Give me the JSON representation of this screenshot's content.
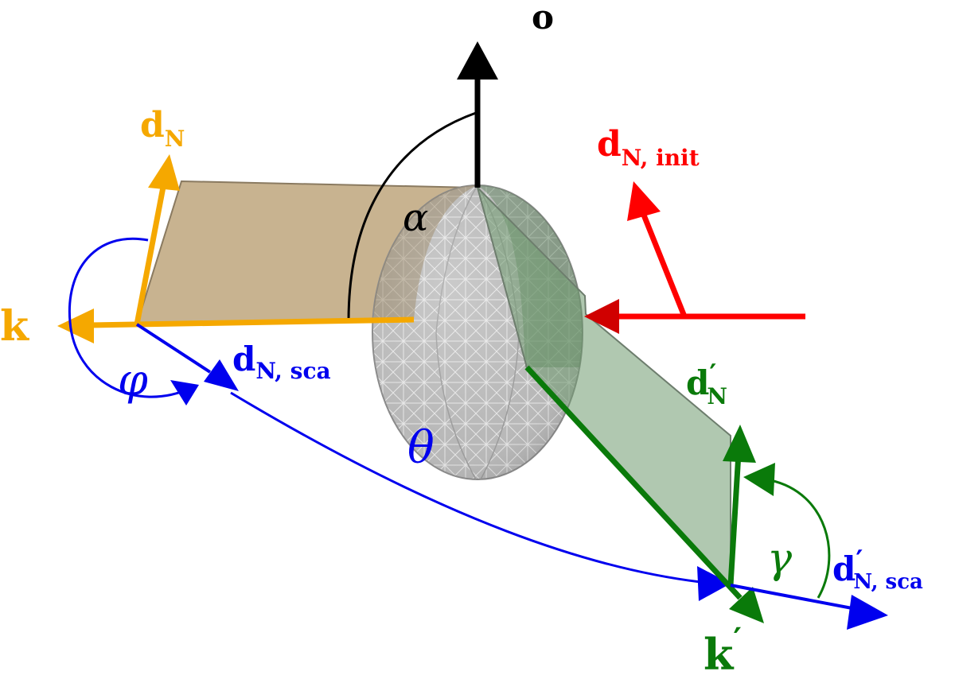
{
  "colors": {
    "orange": "#f5a800",
    "red": "#ff0000",
    "blue": "#0000ee",
    "green": "#0a7a0a",
    "black": "#000000",
    "sphere": "#b4b4b4",
    "orange_plane": "#b59a6b",
    "green_plane": "#7fa57f"
  },
  "labels": {
    "o": {
      "main": "o",
      "sub": ""
    },
    "dN": {
      "main": "d",
      "sub": "N"
    },
    "dN_init": {
      "main": "d",
      "sub": "N, init"
    },
    "k": {
      "main": "k"
    },
    "dN_sca": {
      "main": "d",
      "sub": "N, sca"
    },
    "phi": "φ",
    "theta": "θ",
    "alpha": "α",
    "dN_prime": {
      "main": "d",
      "prime": "′",
      "sub": "N"
    },
    "gamma": "γ",
    "dN_sca_prime": {
      "main": "d",
      "prime": "′",
      "sub": "N, sca"
    },
    "k_prime": {
      "main": "k",
      "prime": "′"
    }
  }
}
